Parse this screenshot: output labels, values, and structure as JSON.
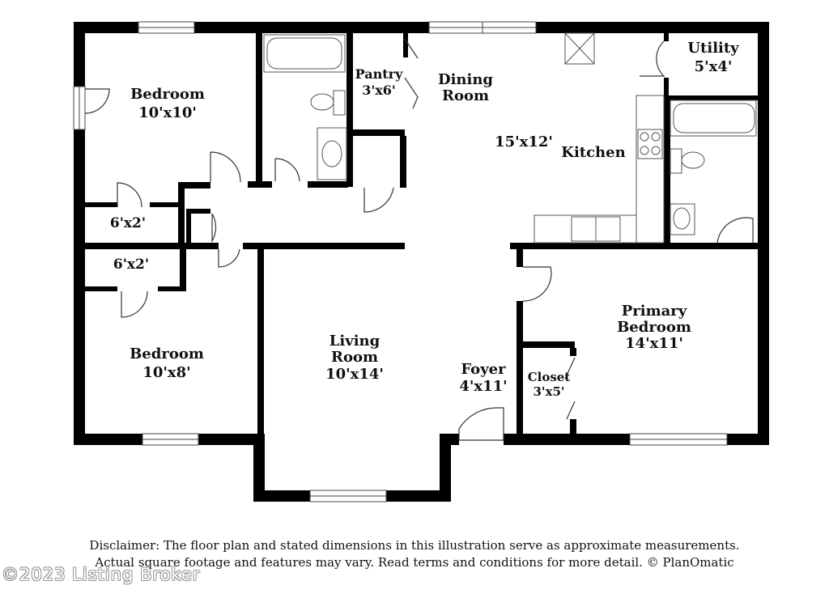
{
  "rooms": {
    "bedroom_1": {
      "name": "Bedroom",
      "size": "10'x10'"
    },
    "closet_1": {
      "size": "6'x2'"
    },
    "closet_2": {
      "size": "6'x2'"
    },
    "bedroom_2": {
      "name": "Bedroom",
      "size": "10'x8'"
    },
    "pantry": {
      "name": "Pantry",
      "size": "3'x6'"
    },
    "dining": {
      "name_line1": "Dining",
      "name_line2": "Room"
    },
    "kitchen_dims": {
      "size": "15'x12'"
    },
    "kitchen": {
      "name": "Kitchen"
    },
    "utility": {
      "name": "Utility",
      "size": "5'x4'"
    },
    "living": {
      "name_line1": "Living",
      "name_line2": "Room",
      "size": "10'x14'"
    },
    "foyer": {
      "name": "Foyer",
      "size": "4'x11'"
    },
    "primary": {
      "name_line1": "Primary",
      "name_line2": "Bedroom",
      "size": "14'x11'"
    },
    "closet_3": {
      "name": "Closet",
      "size": "3'x5'"
    }
  },
  "disclaimer": {
    "line1": "Disclaimer: The floor plan and stated dimensions in this illustration serve as approximate measurements.",
    "line2": "Actual square footage and features may vary. Read terms and conditions for more detail. © PlanOmatic"
  },
  "watermark": "©2023 Listing Broker",
  "colors": {
    "wall": "#000000",
    "fixture": "#555555",
    "background": "#ffffff"
  }
}
